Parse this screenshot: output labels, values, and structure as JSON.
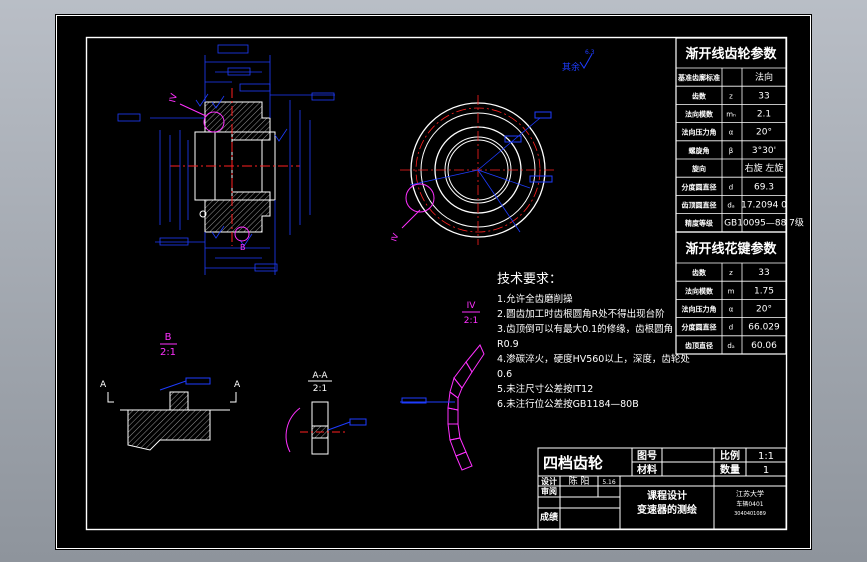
{
  "colors": {
    "background": "#000000",
    "frame": "#ffffff",
    "part_outline": "#ffffff",
    "dimension": "#1e3cff",
    "centerline": "#ff2020",
    "annotation": "#ff30ff",
    "hatch": "#c8c8c8",
    "table_text": "#ffffff"
  },
  "gear_table": {
    "title": "渐开线齿轮参数",
    "rows": [
      {
        "name": "基准齿廓标准",
        "symbol": "",
        "value": "法向"
      },
      {
        "name": "齿数",
        "symbol": "z",
        "value": "33"
      },
      {
        "name": "法向模数",
        "symbol": "mₙ",
        "value": "2.1"
      },
      {
        "name": "法向压力角",
        "symbol": "α",
        "value": "20°"
      },
      {
        "name": "螺旋角",
        "symbol": "β",
        "value": "3°30'"
      },
      {
        "name": "旋向",
        "symbol": "",
        "value": "右旋 左旋"
      },
      {
        "name": "分度圆直径",
        "symbol": "d",
        "value": "69.3"
      },
      {
        "name": "齿顶圆直径",
        "symbol": "dₐ",
        "value": "17.2094 0"
      },
      {
        "name": "精度等级",
        "symbol": "",
        "value": "GB10095—88 7级"
      }
    ]
  },
  "spline_table": {
    "title": "渐开线花键参数",
    "rows": [
      {
        "name": "齿数",
        "symbol": "z",
        "value": "33"
      },
      {
        "name": "法向模数",
        "symbol": "m",
        "value": "1.75"
      },
      {
        "name": "法向压力角",
        "symbol": "α",
        "value": "20°"
      },
      {
        "name": "分度圆直径",
        "symbol": "d",
        "value": "66.029"
      },
      {
        "name": "齿顶直径",
        "symbol": "dₐ",
        "value": "60.06"
      }
    ]
  },
  "tech_requirements": {
    "title": "技术要求：",
    "items": [
      "1.允许全齿磨削操",
      "2.圆齿加工时齿根圆角R处不得出现台阶",
      "3.齿顶倒可以有最大0.1的修缘，齿根圆角",
      "R0.9",
      "4.渗碳淬火，硬度HV560以上，深度，齿轮处",
      "0.6",
      "5.未注尺寸公差按IT12",
      "6.未注行位公差按GB1184—80B"
    ]
  },
  "views": {
    "detail_b_label": "B",
    "detail_b_scale": "2:1",
    "detail_iv_label": "IV",
    "detail_iv_scale": "2:1",
    "section_aa_label": "A-A",
    "section_aa_scale": "2:1",
    "section_marker_a": "A",
    "roughness_note": "其余",
    "roughness_value": "6.3",
    "callout_b": "B",
    "callout_iv": "IV"
  },
  "title_block": {
    "part_name": "四档齿轮",
    "drawing_no_label": "图号",
    "material_label": "材料",
    "scale_label": "比例",
    "scale_value": "1:1",
    "quantity_label": "数量",
    "quantity_value": "1",
    "design_label": "设计",
    "designer": "陈 阳",
    "date": "5.16",
    "review_label": "审阅",
    "grade_label": "成绩",
    "course_line1": "课程设计",
    "course_line2": "变速器的测绘",
    "school_line1": "江苏大学",
    "school_line2": "车辆0401",
    "school_line3": "3040401089"
  }
}
